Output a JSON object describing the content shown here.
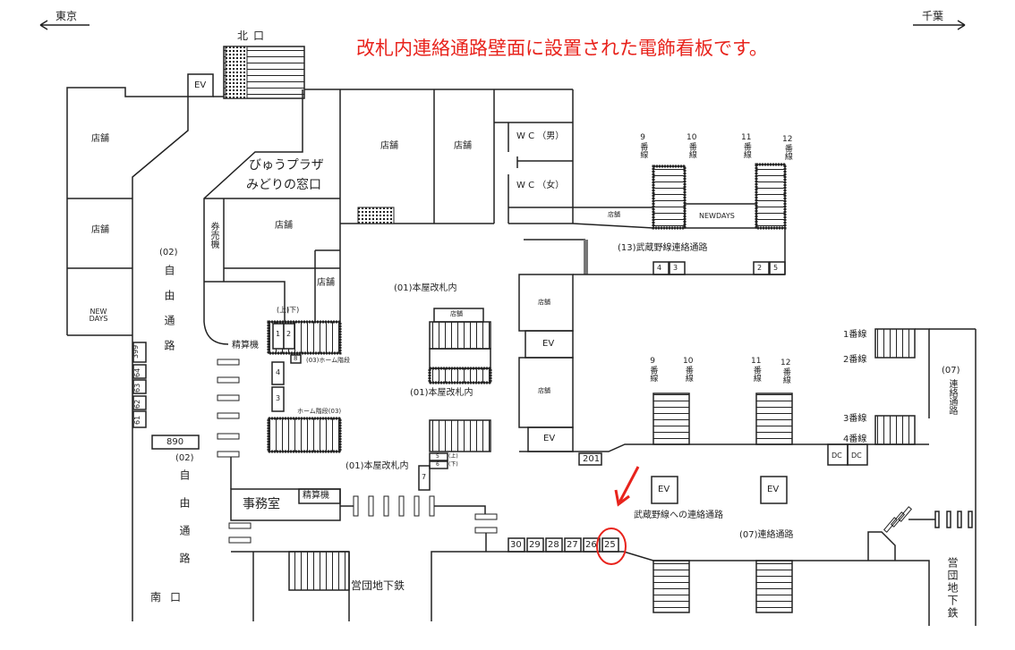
{
  "headline": "改札内連絡通路壁面に設置された電飾看板です。",
  "colors": {
    "highlight": "#e8231c",
    "line": "#222222"
  },
  "directions": {
    "left": "東京",
    "right": "千葉"
  },
  "north_exit": "北口",
  "south_exit": "南口",
  "ev": "EV",
  "shop": "店舗",
  "view_plaza": "びゅうプラザ",
  "midori": "みどりの窓口",
  "ticket_machine": "券売機",
  "free_passage_no": "(02)",
  "free_passage": "自由通路",
  "newdays_left": "NEW DAYS",
  "newdays": "NEWDAYS",
  "fare_adjust": "精算機",
  "honya_gate": "(01)本屋改札内",
  "home_stairs_a": "(03)ホーム階段",
  "home_stairs_b": "ホーム階段(03)",
  "office": "事務室",
  "subway": "営団地下鉄",
  "wc_men": "W C （男）",
  "wc_women": "W C （女）",
  "musashino_passage": "(13)武蔵野線連絡通路",
  "to_musashino": "武蔵野線への連絡通路",
  "passage07": "(07)連絡通路",
  "passage07_no": "(07)",
  "passage07_name": "連絡通路",
  "tracks_suffix": "番線",
  "tracks": [
    "9",
    "10",
    "11",
    "12"
  ],
  "tracks_right": [
    "1番線",
    "2番線",
    "3番線",
    "4番線"
  ],
  "dc": "DC",
  "up": "(上)",
  "down": "(下)",
  "box_numbers": {
    "left_column": [
      "399",
      "64",
      "63",
      "62",
      "61"
    ],
    "wide": "890",
    "top_pair_a": [
      "4",
      "3"
    ],
    "top_pair_b": [
      "2",
      "5"
    ],
    "stair_boxes": [
      "1",
      "2",
      "8",
      "4",
      "3",
      "5",
      "6",
      "7"
    ],
    "mid": "201",
    "bottom_row": [
      "30",
      "29",
      "28",
      "27",
      "26",
      "25"
    ]
  }
}
